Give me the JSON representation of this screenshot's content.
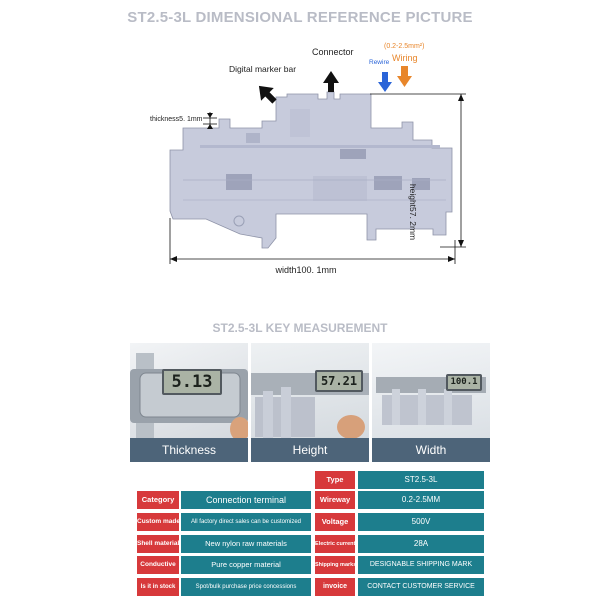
{
  "diagram": {
    "title": "ST2.5-3L DIMENSIONAL REFERENCE PICTURE",
    "connector_label": "Connector",
    "marker_label": "Digital marker bar",
    "range_label": "(0.2-2.5mm²)",
    "wiring_label": "Wiring",
    "rewire_label": "Rewire",
    "thickness_label": "thickness5. 1mm",
    "height_label": "height57. 2mm",
    "width_label": "width100. 1mm",
    "colors": {
      "rewire_arrow": "#2a64d8",
      "wiring_arrow": "#e8862b",
      "part_body": "#c7cbdc"
    }
  },
  "measure": {
    "title": "ST2.5-3L KEY MEASUREMENT",
    "photos": [
      {
        "caption": "Thickness",
        "reading": "5.13"
      },
      {
        "caption": "Height",
        "reading": "57.21"
      },
      {
        "caption": "Width",
        "reading": "100.1"
      }
    ]
  },
  "specs": {
    "header": {
      "label": "Type",
      "value": "ST2.5-3L"
    },
    "left": [
      {
        "label": "Category",
        "value": "Connection terminal"
      },
      {
        "label": "Custom made",
        "value": "All factory direct sales can be customized"
      },
      {
        "label": "Shell material",
        "value": "New nylon raw materials"
      },
      {
        "label": "Conductive",
        "value": "Pure copper material"
      },
      {
        "label": "Is it in stock",
        "value": "Spot/bulk purchase price concessions"
      }
    ],
    "right": [
      {
        "label": "Wireway",
        "value": "0.2-2.5MM"
      },
      {
        "label": "Voltage",
        "value": "500V"
      },
      {
        "label": "Electric current",
        "value": "28A"
      },
      {
        "label": "Shipping marks",
        "value": "DESIGNABLE SHIPPING MARK"
      },
      {
        "label": "invoice",
        "value": "CONTACT CUSTOMER SERVICE"
      }
    ],
    "colors": {
      "label_bg": "#d7393b",
      "value_bg": "#1d7e8d"
    }
  }
}
